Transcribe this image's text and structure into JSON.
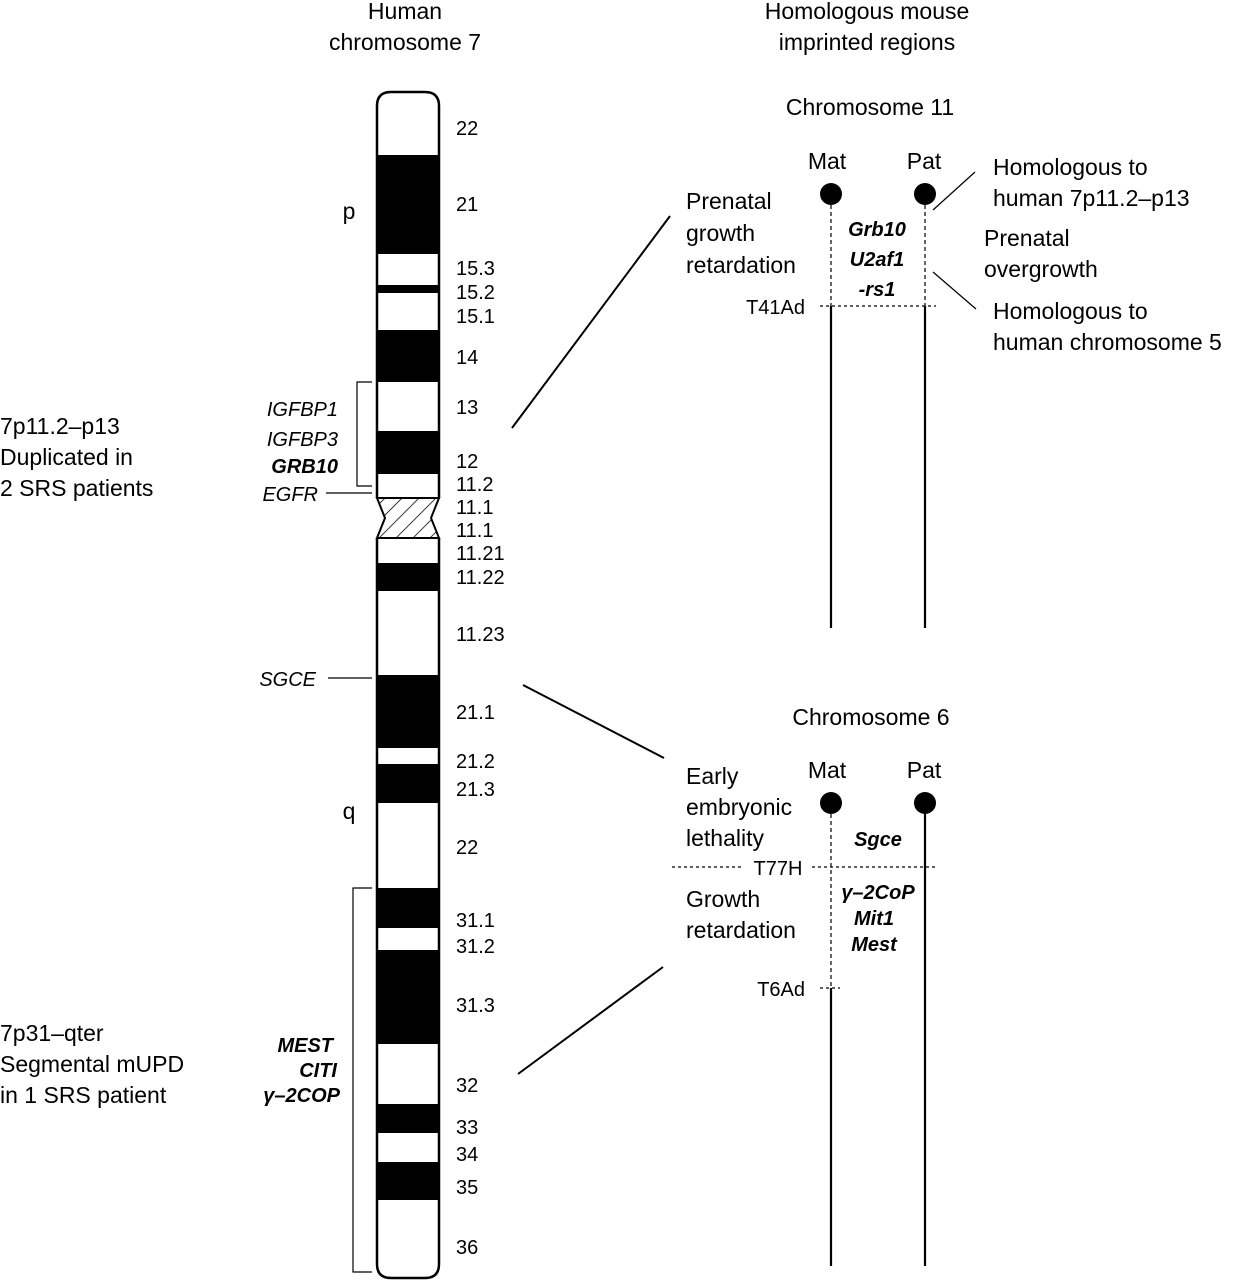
{
  "headers": {
    "human": [
      "Human",
      "chromosome 7"
    ],
    "mouse": [
      "Homologous mouse",
      "imprinted regions"
    ]
  },
  "arms": {
    "p": "p",
    "q": "q"
  },
  "bands": [
    "22",
    "21",
    "15.3",
    "15.2",
    "15.1",
    "14",
    "13",
    "12",
    "11.2",
    "11.1",
    "11.1",
    "11.21",
    "11.22",
    "11.23",
    "21.1",
    "21.2",
    "21.3",
    "22",
    "31.1",
    "31.2",
    "31.3",
    "32",
    "33",
    "34",
    "35",
    "36"
  ],
  "left_genes": {
    "igfbp1": "IGFBP1",
    "igfbp3": "IGFBP3",
    "grb10": "GRB10",
    "egfr": "EGFR",
    "sgce": "SGCE",
    "mest": "MEST",
    "citi": "CITI",
    "g2cop": "γ–2COP"
  },
  "left_regions": {
    "dup": [
      "7p11.2–p13",
      "Duplicated in",
      "2 SRS patients"
    ],
    "mupd": [
      "7p31–qter",
      "Segmental mUPD",
      "in 1 SRS patient"
    ]
  },
  "chr11": {
    "title": "Chromosome 11",
    "mat": "Mat",
    "pat": "Pat",
    "left_note": [
      "Prenatal",
      "growth",
      "retardation"
    ],
    "genes": [
      "Grb10",
      "U2af1",
      "-rs1"
    ],
    "breakpoint": "T41Ad",
    "homolog1": [
      "Homologous to",
      "human 7p11.2–p13"
    ],
    "pat_note": [
      "Prenatal",
      "overgrowth"
    ],
    "homolog2": [
      "Homologous to",
      "human chromosome 5"
    ]
  },
  "chr6": {
    "title": "Chromosome 6",
    "mat": "Mat",
    "pat": "Pat",
    "note1": [
      "Early",
      "embryonic",
      "lethality"
    ],
    "gene1": "Sgce",
    "breakpoint1": "T77H",
    "note2": [
      "Growth",
      "retardation"
    ],
    "genes2": [
      "γ–2CoP",
      "Mit1",
      "Mest"
    ],
    "breakpoint2": "T6Ad"
  }
}
